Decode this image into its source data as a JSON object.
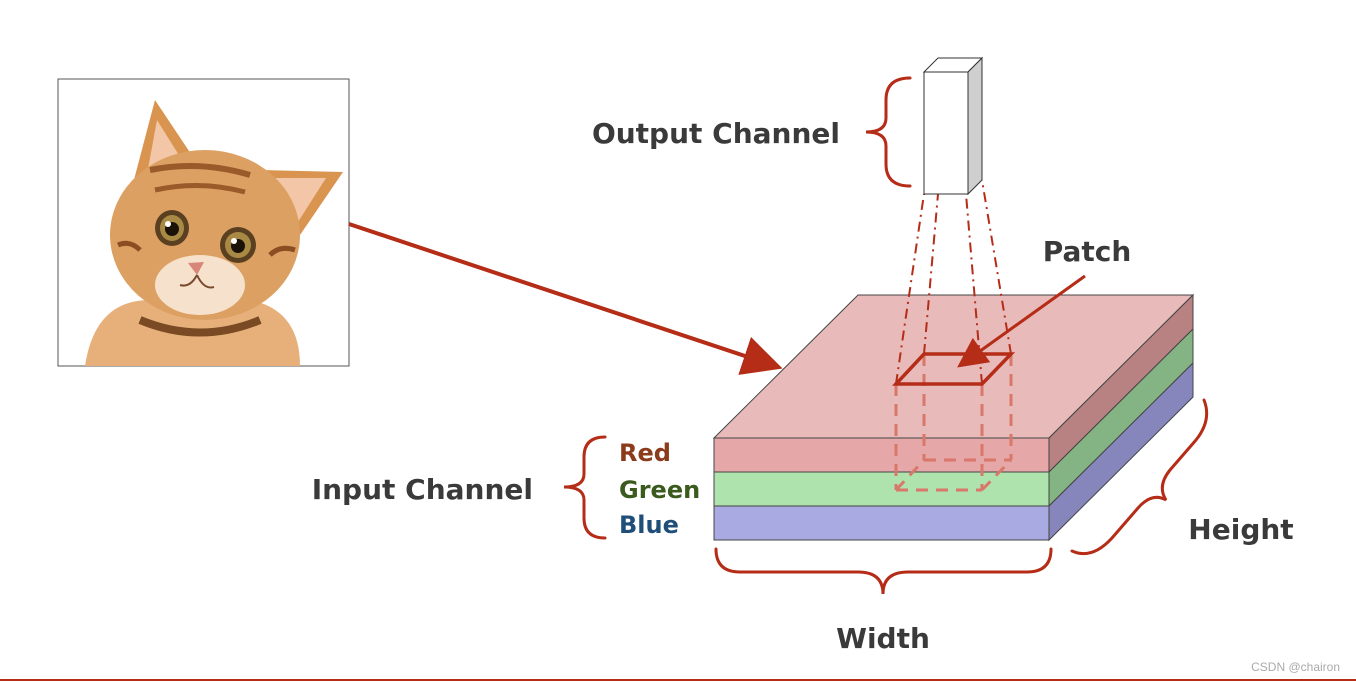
{
  "labels": {
    "output_channel": "Output Channel",
    "patch": "Patch",
    "input_channel": "Input Channel",
    "width": "Width",
    "height": "Height"
  },
  "channels": [
    {
      "name": "Red",
      "color": "#8B3A1A",
      "fill": "#E5A7A7",
      "side": "#B98282"
    },
    {
      "name": "Green",
      "color": "#3A5A1E",
      "fill": "#AEE3AE",
      "side": "#84B384"
    },
    {
      "name": "Blue",
      "color": "#1F4E79",
      "fill": "#AAAAE3",
      "side": "#8686BC"
    }
  ],
  "colors": {
    "accent": "#B52C17",
    "top_face": "#E8BABA",
    "label_text": "#3A3A3A",
    "credit_text": "#AAAAAA"
  },
  "credit": "CSDN @chairon"
}
